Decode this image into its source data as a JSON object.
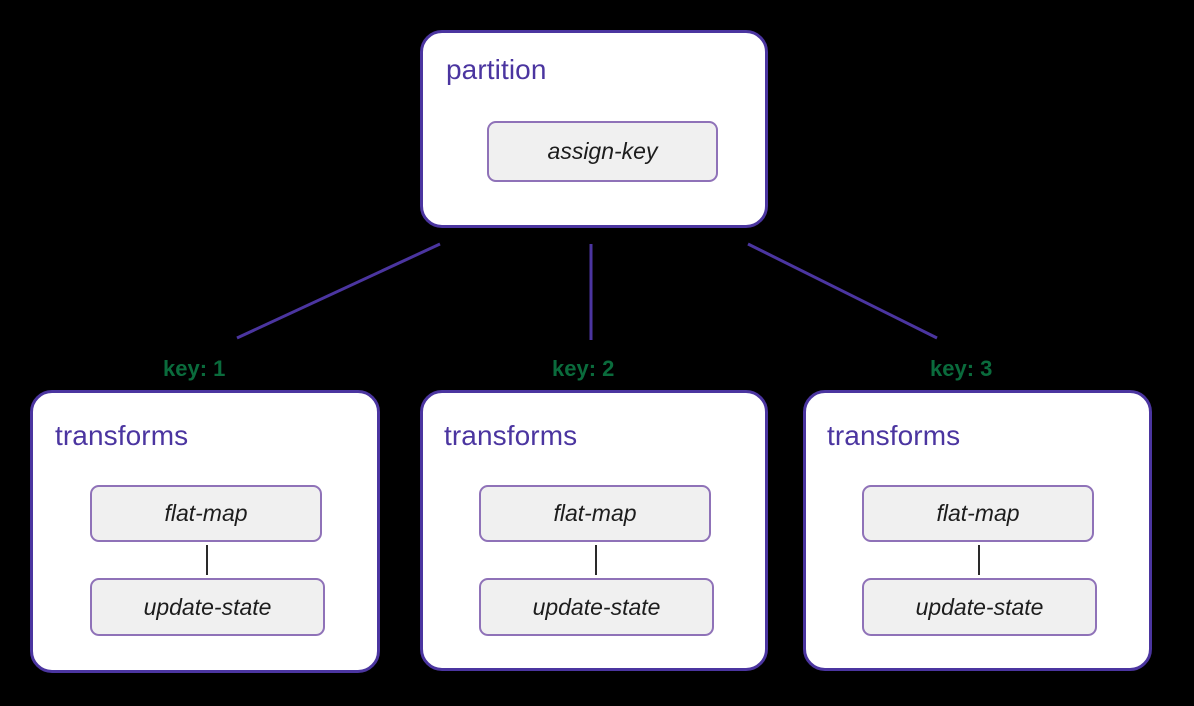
{
  "diagram": {
    "background_color": "#000000",
    "node_border_color": "#4b35a0",
    "node_fill_color": "#ffffff",
    "op_box_fill_color": "#f0f0f0",
    "op_box_border_color": "#8f72b8",
    "title_color": "#4b35a0",
    "edge_color": "#4b35a0",
    "key_label_color": "#0a6b3c",
    "root": {
      "title": "partition",
      "operations": [
        {
          "label": "assign-key"
        }
      ]
    },
    "edges": [
      {
        "label": "key: 1",
        "from": "partition",
        "to": "transforms-1"
      },
      {
        "label": "key: 2",
        "from": "partition",
        "to": "transforms-2"
      },
      {
        "label": "key: 3",
        "from": "partition",
        "to": "transforms-3"
      }
    ],
    "children": [
      {
        "title": "transforms",
        "key": "key: 1",
        "operations": [
          {
            "label": "flat-map"
          },
          {
            "label": "update-state"
          }
        ]
      },
      {
        "title": "transforms",
        "key": "key: 2",
        "operations": [
          {
            "label": "flat-map"
          },
          {
            "label": "update-state"
          }
        ]
      },
      {
        "title": "transforms",
        "key": "key: 3",
        "operations": [
          {
            "label": "flat-map"
          },
          {
            "label": "update-state"
          }
        ]
      }
    ]
  }
}
